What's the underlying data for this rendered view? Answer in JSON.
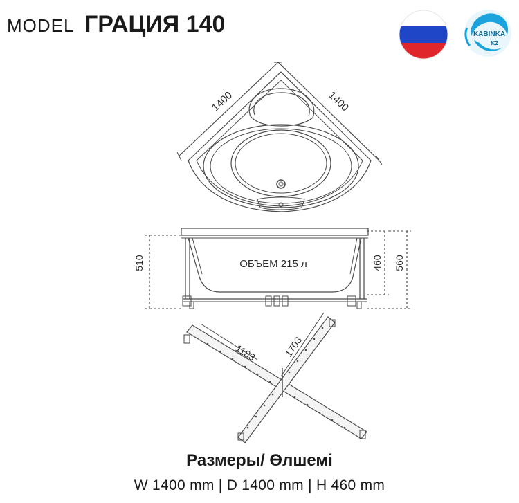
{
  "header": {
    "model_label": "MODEL",
    "model_name": "ГРАЦИЯ 140",
    "flag_colors": [
      "#ffffff",
      "#1f46c7",
      "#e0262b"
    ],
    "logo": {
      "text": "KABINKA",
      "sub": "KZ",
      "color": "#1aa3dc"
    }
  },
  "top_view": {
    "dim_left": "1400",
    "dim_right": "1400"
  },
  "side_view": {
    "volume_label": "ОБЪЕМ 215 л",
    "dim_total_height": "510",
    "dim_inner": "460",
    "dim_outer": "560"
  },
  "frame": {
    "dim_short": "1183",
    "dim_long": "1703"
  },
  "footer": {
    "title": "Размеры/ Өлшемі",
    "dims": "W 1400 mm | D 1400 mm | H 460 mm"
  },
  "colors": {
    "line": "#4a4a4a",
    "frame_fill": "#f4f4f4"
  }
}
